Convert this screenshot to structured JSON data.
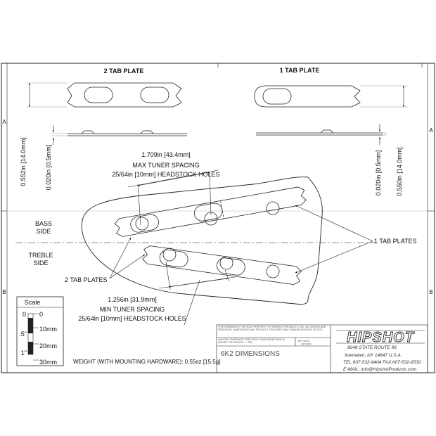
{
  "views": {
    "two_tab_title": "2 TAB PLATE",
    "one_tab_title": "1 TAB PLATE"
  },
  "dimensions": {
    "left_height": "0.552in [14.0mm]",
    "left_thickness": "0.020in [0.5mm]",
    "right_height": "0.550in [14.0mm]",
    "right_thickness": "0.020in [0.5mm]",
    "max_spacing_value": "1.709in [43.4mm]",
    "max_spacing_label": "MAX TUNER SPACING",
    "max_holes_label": "25/64in [10mm] HEADSTOCK HOLES",
    "min_spacing_value": "1.256in [31.9mm]",
    "min_spacing_label": "MIN TUNER SPACING",
    "min_holes_label": "25/64in [10mm] HEADSTOCK HOLES"
  },
  "callouts": {
    "bass_side": [
      "BASS",
      "SIDE"
    ],
    "treble_side": [
      "TREBLE",
      "SIDE"
    ],
    "one_tab_plates": "1 TAB PLATES",
    "two_tab_plates": "2 TAB PLATES"
  },
  "scale": {
    "title": "Scale",
    "inch_labels": [
      "0",
      ".5\"",
      "1\""
    ],
    "mm_labels": [
      "0",
      "10mm",
      "20mm",
      "30mm"
    ]
  },
  "weight": "WEIGHT (WITH MOUNTING HARDWARE): 0.55oz [15.5g]",
  "border_labels": {
    "zone_a": "A",
    "zone_b": "B"
  },
  "title_block": {
    "disclaimer": "THIS DRAWING IS THE SOLE PROPERTY OF HIPSHOT PRODUCTS, INC. ALL RIGHTS ARE RESERVED. DIMENSIONS AND PRODUCT FEATURES MAY CHANGE WITHOUT NOTICE.",
    "tolerance": "UNLESS OTHERWISE SPECIFIED: DIMENSIONS ARE IN INCHES TOLERANCE: ± .005",
    "rev_label": "REV DATE:",
    "rev_date": "4/17/2020",
    "drawing_title": "6K2 DIMENSIONS",
    "logo": "HIPSHOT",
    "address": [
      "8248 STATE ROUTE 96",
      "Interlaken, NY 14847 U.S.A.",
      "TEL:607-532-9404 FAX:607-532-9530",
      "E-MAIL: info@HipshotProducts.com"
    ]
  }
}
